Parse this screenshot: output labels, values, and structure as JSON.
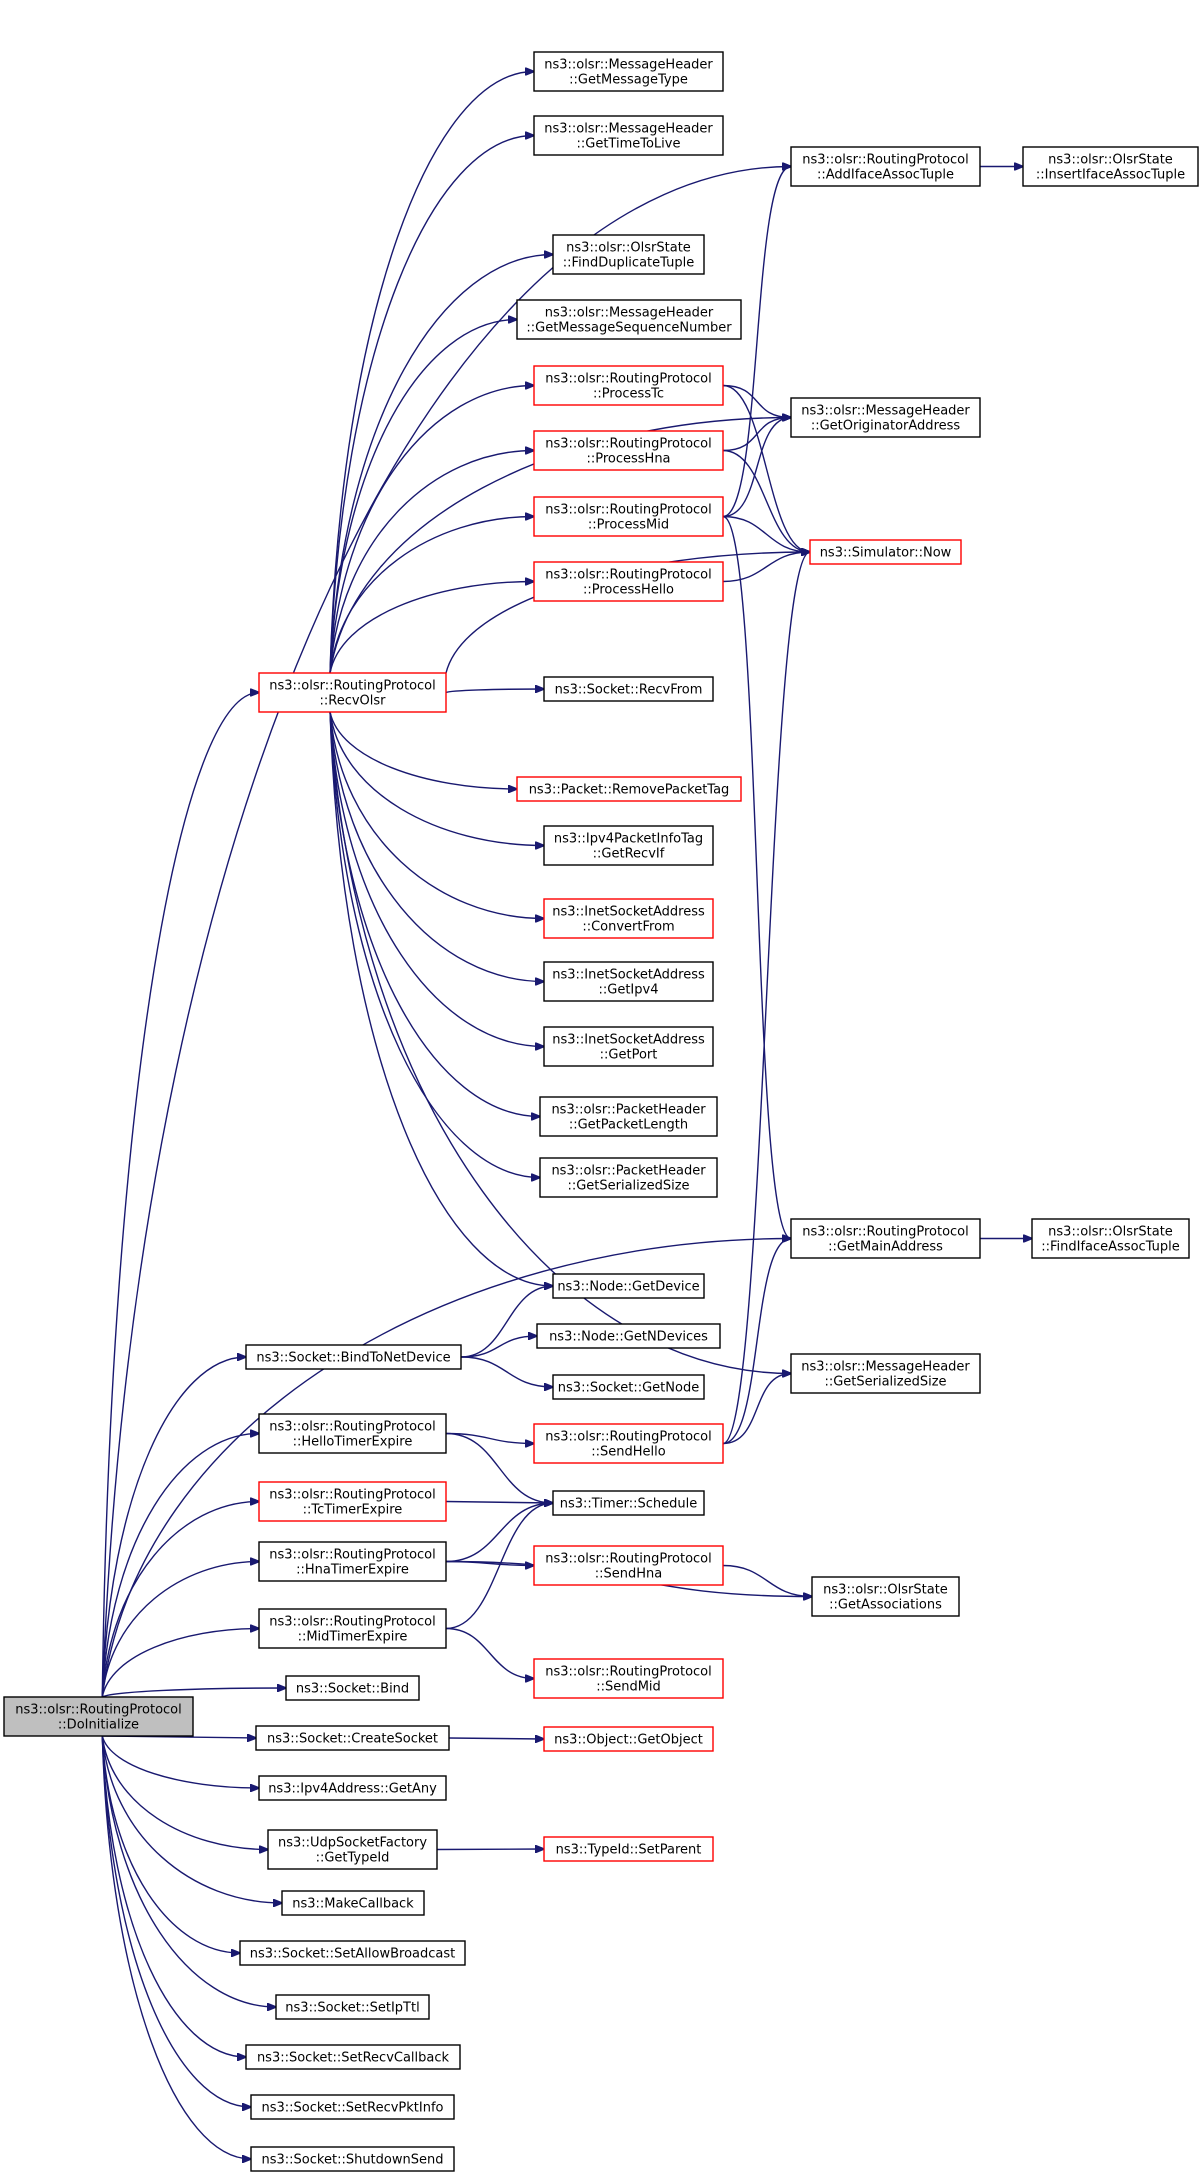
{
  "colors": {
    "edge": "#191970",
    "red_border": "#ff0000",
    "root_fill": "#bfbfbf"
  },
  "nodes": [
    {
      "id": "doinit",
      "lines": [
        "ns3::olsr::RoutingProtocol",
        "::DoInitialize"
      ],
      "style": "root"
    },
    {
      "id": "recvolsr",
      "lines": [
        "ns3::olsr::RoutingProtocol",
        "::RecvOlsr"
      ],
      "style": "red"
    },
    {
      "id": "getmsgtype",
      "lines": [
        "ns3::olsr::MessageHeader",
        "::GetMessageType"
      ],
      "style": "black"
    },
    {
      "id": "getttl",
      "lines": [
        "ns3::olsr::MessageHeader",
        "::GetTimeToLive"
      ],
      "style": "black"
    },
    {
      "id": "finddup",
      "lines": [
        "ns3::olsr::OlsrState",
        "::FindDuplicateTuple"
      ],
      "style": "black"
    },
    {
      "id": "getmsgseq",
      "lines": [
        "ns3::olsr::MessageHeader",
        "::GetMessageSequenceNumber"
      ],
      "style": "black"
    },
    {
      "id": "processtc",
      "lines": [
        "ns3::olsr::RoutingProtocol",
        "::ProcessTc"
      ],
      "style": "red"
    },
    {
      "id": "processhna",
      "lines": [
        "ns3::olsr::RoutingProtocol",
        "::ProcessHna"
      ],
      "style": "red"
    },
    {
      "id": "processmid",
      "lines": [
        "ns3::olsr::RoutingProtocol",
        "::ProcessMid"
      ],
      "style": "red"
    },
    {
      "id": "processhello",
      "lines": [
        "ns3::olsr::RoutingProtocol",
        "::ProcessHello"
      ],
      "style": "red"
    },
    {
      "id": "recvfrom",
      "lines": [
        "ns3::Socket::RecvFrom"
      ],
      "style": "black"
    },
    {
      "id": "removetag",
      "lines": [
        "ns3::Packet::RemovePacketTag"
      ],
      "style": "red"
    },
    {
      "id": "getrecvif",
      "lines": [
        "ns3::Ipv4PacketInfoTag",
        "::GetRecvIf"
      ],
      "style": "black"
    },
    {
      "id": "convertfrom",
      "lines": [
        "ns3::InetSocketAddress",
        "::ConvertFrom"
      ],
      "style": "red"
    },
    {
      "id": "getipv4",
      "lines": [
        "ns3::InetSocketAddress",
        "::GetIpv4"
      ],
      "style": "black"
    },
    {
      "id": "getport",
      "lines": [
        "ns3::InetSocketAddress",
        "::GetPort"
      ],
      "style": "black"
    },
    {
      "id": "getpktlen",
      "lines": [
        "ns3::olsr::PacketHeader",
        "::GetPacketLength"
      ],
      "style": "black"
    },
    {
      "id": "getpktser",
      "lines": [
        "ns3::olsr::PacketHeader",
        "::GetSerializedSize"
      ],
      "style": "black"
    },
    {
      "id": "getdevice",
      "lines": [
        "ns3::Node::GetDevice"
      ],
      "style": "black"
    },
    {
      "id": "bindnet",
      "lines": [
        "ns3::Socket::BindToNetDevice"
      ],
      "style": "black"
    },
    {
      "id": "getndevices",
      "lines": [
        "ns3::Node::GetNDevices"
      ],
      "style": "black"
    },
    {
      "id": "getnode",
      "lines": [
        "ns3::Socket::GetNode"
      ],
      "style": "black"
    },
    {
      "id": "hellotimer",
      "lines": [
        "ns3::olsr::RoutingProtocol",
        "::HelloTimerExpire"
      ],
      "style": "black"
    },
    {
      "id": "sendhello",
      "lines": [
        "ns3::olsr::RoutingProtocol",
        "::SendHello"
      ],
      "style": "red"
    },
    {
      "id": "tctimer",
      "lines": [
        "ns3::olsr::RoutingProtocol",
        "::TcTimerExpire"
      ],
      "style": "red"
    },
    {
      "id": "schedule",
      "lines": [
        "ns3::Timer::Schedule"
      ],
      "style": "black"
    },
    {
      "id": "hnatimer",
      "lines": [
        "ns3::olsr::RoutingProtocol",
        "::HnaTimerExpire"
      ],
      "style": "black"
    },
    {
      "id": "sendhna",
      "lines": [
        "ns3::olsr::RoutingProtocol",
        "::SendHna"
      ],
      "style": "red"
    },
    {
      "id": "midtimer",
      "lines": [
        "ns3::olsr::RoutingProtocol",
        "::MidTimerExpire"
      ],
      "style": "black"
    },
    {
      "id": "sendmid",
      "lines": [
        "ns3::olsr::RoutingProtocol",
        "::SendMid"
      ],
      "style": "red"
    },
    {
      "id": "bind",
      "lines": [
        "ns3::Socket::Bind"
      ],
      "style": "black"
    },
    {
      "id": "createsocket",
      "lines": [
        "ns3::Socket::CreateSocket"
      ],
      "style": "black"
    },
    {
      "id": "getobject",
      "lines": [
        "ns3::Object::GetObject"
      ],
      "style": "red"
    },
    {
      "id": "getany",
      "lines": [
        "ns3::Ipv4Address::GetAny"
      ],
      "style": "black"
    },
    {
      "id": "udpfactory",
      "lines": [
        "ns3::UdpSocketFactory",
        "::GetTypeId"
      ],
      "style": "black"
    },
    {
      "id": "setparent",
      "lines": [
        "ns3::TypeId::SetParent"
      ],
      "style": "red"
    },
    {
      "id": "makecb",
      "lines": [
        "ns3::MakeCallback"
      ],
      "style": "black"
    },
    {
      "id": "setbcast",
      "lines": [
        "ns3::Socket::SetAllowBroadcast"
      ],
      "style": "black"
    },
    {
      "id": "setipttl",
      "lines": [
        "ns3::Socket::SetIpTtl"
      ],
      "style": "black"
    },
    {
      "id": "setrecvcb",
      "lines": [
        "ns3::Socket::SetRecvCallback"
      ],
      "style": "black"
    },
    {
      "id": "setrecvpkt",
      "lines": [
        "ns3::Socket::SetRecvPktInfo"
      ],
      "style": "black"
    },
    {
      "id": "shutdown",
      "lines": [
        "ns3::Socket::ShutdownSend"
      ],
      "style": "black"
    },
    {
      "id": "addiface",
      "lines": [
        "ns3::olsr::RoutingProtocol",
        "::AddIfaceAssocTuple"
      ],
      "style": "black"
    },
    {
      "id": "insertiface",
      "lines": [
        "ns3::olsr::OlsrState",
        "::InsertIfaceAssocTuple"
      ],
      "style": "black"
    },
    {
      "id": "getorig",
      "lines": [
        "ns3::olsr::MessageHeader",
        "::GetOriginatorAddress"
      ],
      "style": "black"
    },
    {
      "id": "now",
      "lines": [
        "ns3::Simulator::Now"
      ],
      "style": "red"
    },
    {
      "id": "getmainaddr",
      "lines": [
        "ns3::olsr::RoutingProtocol",
        "::GetMainAddress"
      ],
      "style": "black"
    },
    {
      "id": "findiface",
      "lines": [
        "ns3::olsr::OlsrState",
        "::FindIfaceAssocTuple"
      ],
      "style": "black"
    },
    {
      "id": "msgserial",
      "lines": [
        "ns3::olsr::MessageHeader",
        "::GetSerializedSize"
      ],
      "style": "black"
    },
    {
      "id": "getassoc",
      "lines": [
        "ns3::olsr::OlsrState",
        "::GetAssociations"
      ],
      "style": "black"
    }
  ],
  "edges": [
    [
      "doinit",
      "addiface"
    ],
    [
      "doinit",
      "recvolsr"
    ],
    [
      "doinit",
      "getmainaddr"
    ],
    [
      "doinit",
      "bindnet"
    ],
    [
      "doinit",
      "hellotimer"
    ],
    [
      "doinit",
      "tctimer"
    ],
    [
      "doinit",
      "hnatimer"
    ],
    [
      "doinit",
      "midtimer"
    ],
    [
      "doinit",
      "bind"
    ],
    [
      "doinit",
      "createsocket"
    ],
    [
      "doinit",
      "getany"
    ],
    [
      "doinit",
      "udpfactory"
    ],
    [
      "doinit",
      "makecb"
    ],
    [
      "doinit",
      "setbcast"
    ],
    [
      "doinit",
      "setipttl"
    ],
    [
      "doinit",
      "setrecvcb"
    ],
    [
      "doinit",
      "setrecvpkt"
    ],
    [
      "doinit",
      "shutdown"
    ],
    [
      "recvolsr",
      "getmsgtype"
    ],
    [
      "recvolsr",
      "getttl"
    ],
    [
      "recvolsr",
      "getorig"
    ],
    [
      "recvolsr",
      "finddup"
    ],
    [
      "recvolsr",
      "getmsgseq"
    ],
    [
      "recvolsr",
      "processtc"
    ],
    [
      "recvolsr",
      "processhna"
    ],
    [
      "recvolsr",
      "processmid"
    ],
    [
      "recvolsr",
      "processhello"
    ],
    [
      "recvolsr",
      "now"
    ],
    [
      "recvolsr",
      "recvfrom"
    ],
    [
      "recvolsr",
      "msgserial"
    ],
    [
      "recvolsr",
      "removetag"
    ],
    [
      "recvolsr",
      "getrecvif"
    ],
    [
      "recvolsr",
      "convertfrom"
    ],
    [
      "recvolsr",
      "getipv4"
    ],
    [
      "recvolsr",
      "getport"
    ],
    [
      "recvolsr",
      "getpktlen"
    ],
    [
      "recvolsr",
      "getpktser"
    ],
    [
      "recvolsr",
      "getdevice"
    ],
    [
      "processtc",
      "getorig"
    ],
    [
      "processtc",
      "now"
    ],
    [
      "processhna",
      "getorig"
    ],
    [
      "processhna",
      "now"
    ],
    [
      "processmid",
      "addiface"
    ],
    [
      "processmid",
      "getorig"
    ],
    [
      "processmid",
      "now"
    ],
    [
      "processmid",
      "getmainaddr"
    ],
    [
      "processhello",
      "now"
    ],
    [
      "addiface",
      "insertiface"
    ],
    [
      "getmainaddr",
      "findiface"
    ],
    [
      "bindnet",
      "getdevice"
    ],
    [
      "bindnet",
      "getndevices"
    ],
    [
      "bindnet",
      "getnode"
    ],
    [
      "hellotimer",
      "sendhello"
    ],
    [
      "hellotimer",
      "schedule"
    ],
    [
      "sendhello",
      "now"
    ],
    [
      "sendhello",
      "getmainaddr"
    ],
    [
      "sendhello",
      "msgserial"
    ],
    [
      "tctimer",
      "schedule"
    ],
    [
      "hnatimer",
      "schedule"
    ],
    [
      "hnatimer",
      "sendhna"
    ],
    [
      "hnatimer",
      "getassoc"
    ],
    [
      "sendhna",
      "getassoc"
    ],
    [
      "midtimer",
      "schedule"
    ],
    [
      "midtimer",
      "sendmid"
    ],
    [
      "createsocket",
      "getobject"
    ],
    [
      "udpfactory",
      "setparent"
    ]
  ]
}
